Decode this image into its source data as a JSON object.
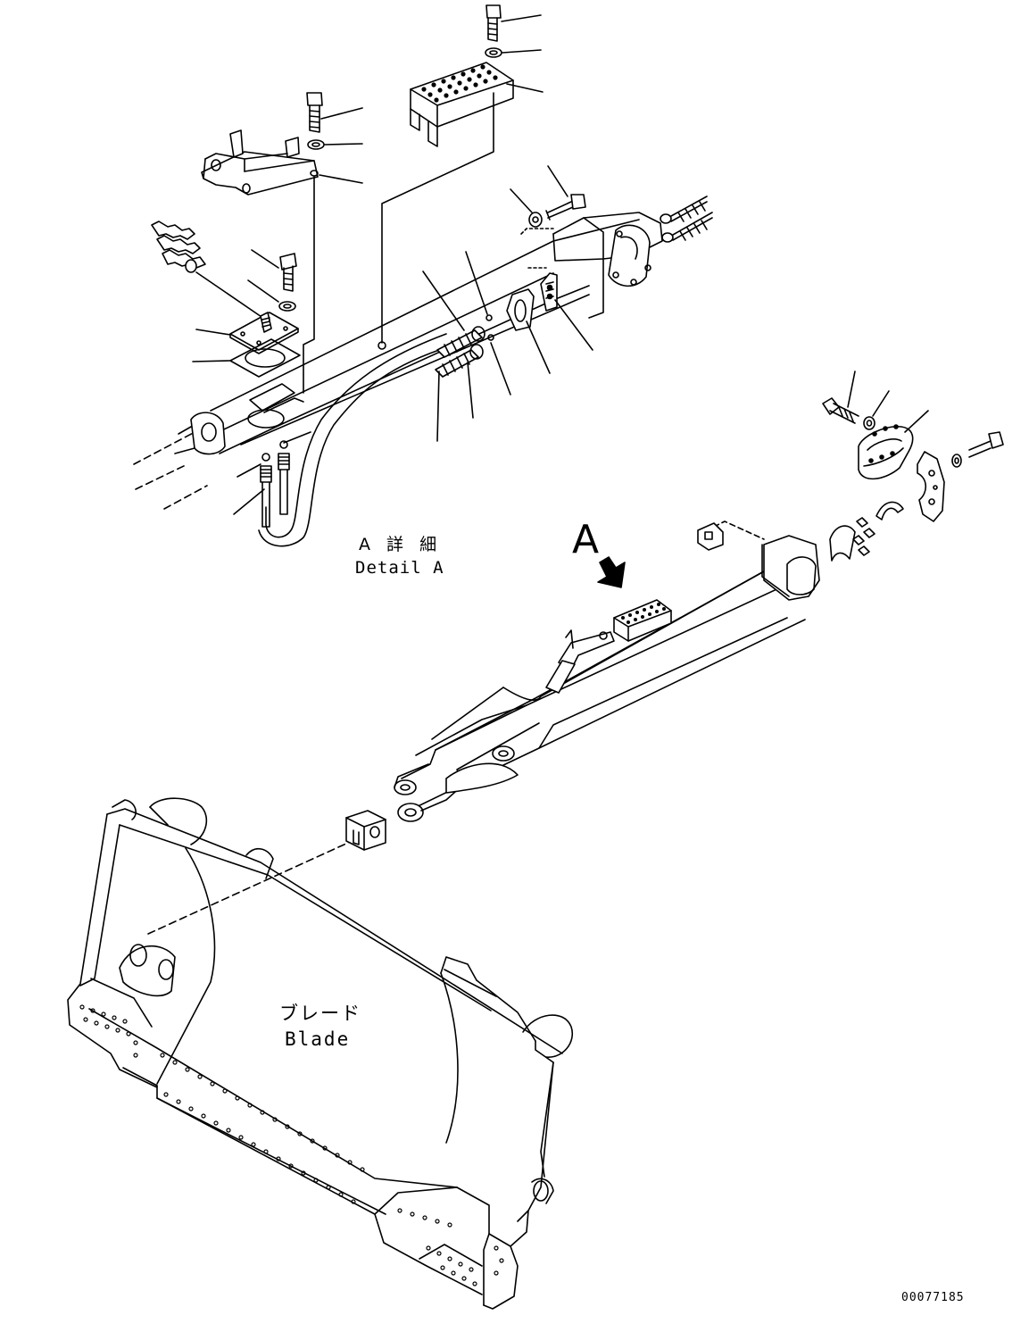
{
  "detail_a": {
    "label_jp": "A 詳 細",
    "label_en": "Detail A"
  },
  "view_marker": {
    "letter": "A"
  },
  "blade": {
    "label_jp": "ブレード",
    "label_en": "Blade"
  },
  "drawing_number": "00077185",
  "colors": {
    "line": "#000000",
    "background": "#ffffff"
  }
}
